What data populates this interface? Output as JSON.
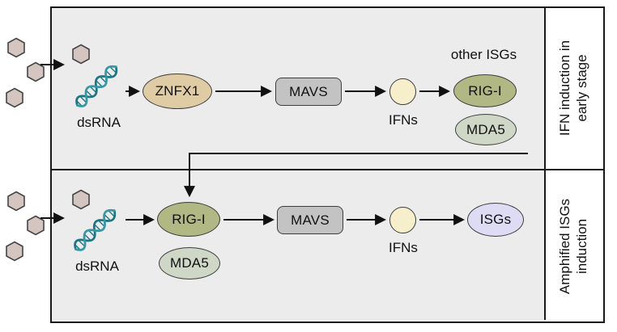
{
  "top_panel": {
    "dsrna_label": "dsRNA",
    "znfx1_label": "ZNFX1",
    "mavs_label": "MAVS",
    "ifns_label": "IFNs",
    "other_isgs_label": "other ISGs",
    "rigi_label": "RIG-I",
    "mda5_label": "MDA5",
    "side_label_line1": "IFN induction in",
    "side_label_line2": "early stage"
  },
  "bottom_panel": {
    "dsrna_label": "dsRNA",
    "rigi_label": "RIG-I",
    "mda5_label": "MDA5",
    "mavs_label": "MAVS",
    "ifns_label": "IFNs",
    "isgs_label": "ISGs",
    "side_label_line1": "Amphified ISGs",
    "side_label_line2": "induction"
  },
  "colors": {
    "panel_background": "#ececec",
    "border_dark": "#1a1a1a",
    "virus_hexagon_fill": "#d5c5c0",
    "dsrna_teal_dark": "#1d7683",
    "dsrna_teal_light": "#3598a4",
    "znfx1_fill": "#dfcba4",
    "mavs_fill": "#c3c3c3",
    "ifns_fill": "#f7eecb",
    "rigi_fill": "#b2b884",
    "mda5_fill": "#cfd7c6",
    "isgs_fill": "#dedbf4"
  }
}
